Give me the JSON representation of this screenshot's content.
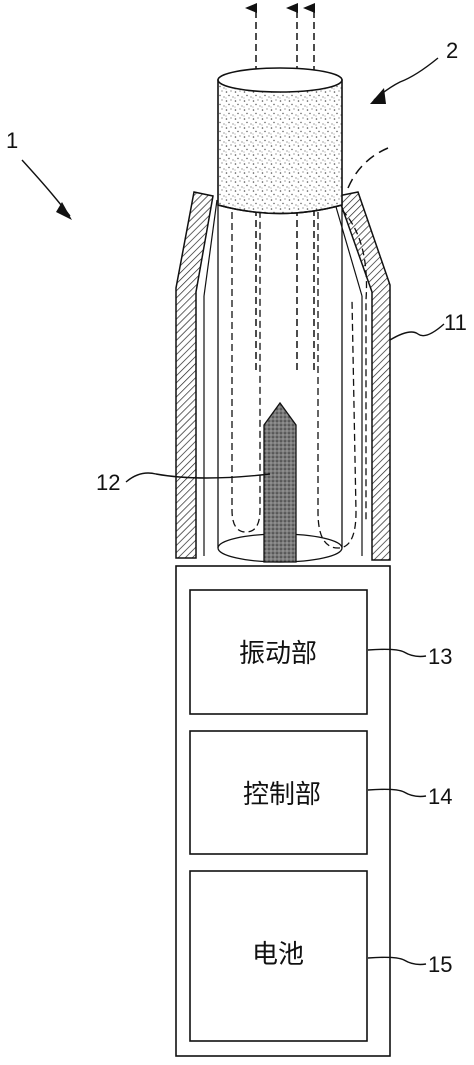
{
  "refs": {
    "device": "1",
    "cartridge": "2",
    "holder": "11",
    "needle": "12",
    "vibration_unit": "13",
    "control_unit": "14",
    "battery": "15"
  },
  "boxes": {
    "vibration_unit": "振动部",
    "control_unit": "控制部",
    "battery": "电池"
  }
}
